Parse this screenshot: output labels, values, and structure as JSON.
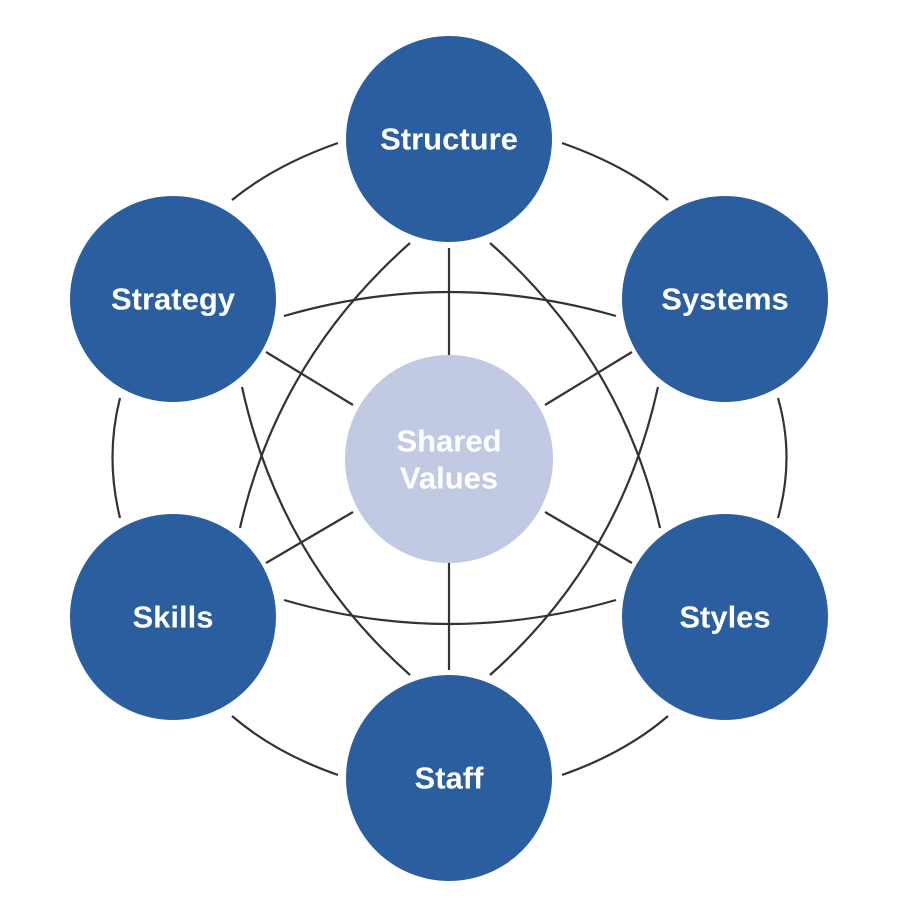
{
  "center": {
    "line1": "Shared",
    "line2": "Values",
    "color": "#c1cae2"
  },
  "nodes": {
    "structure": "Structure",
    "systems": "Systems",
    "styles": "Styles",
    "staff": "Staff",
    "skills": "Skills",
    "strategy": "Strategy"
  },
  "colors": {
    "node": "#2b5e9e",
    "line": "#333333",
    "background": "#ffffff"
  }
}
